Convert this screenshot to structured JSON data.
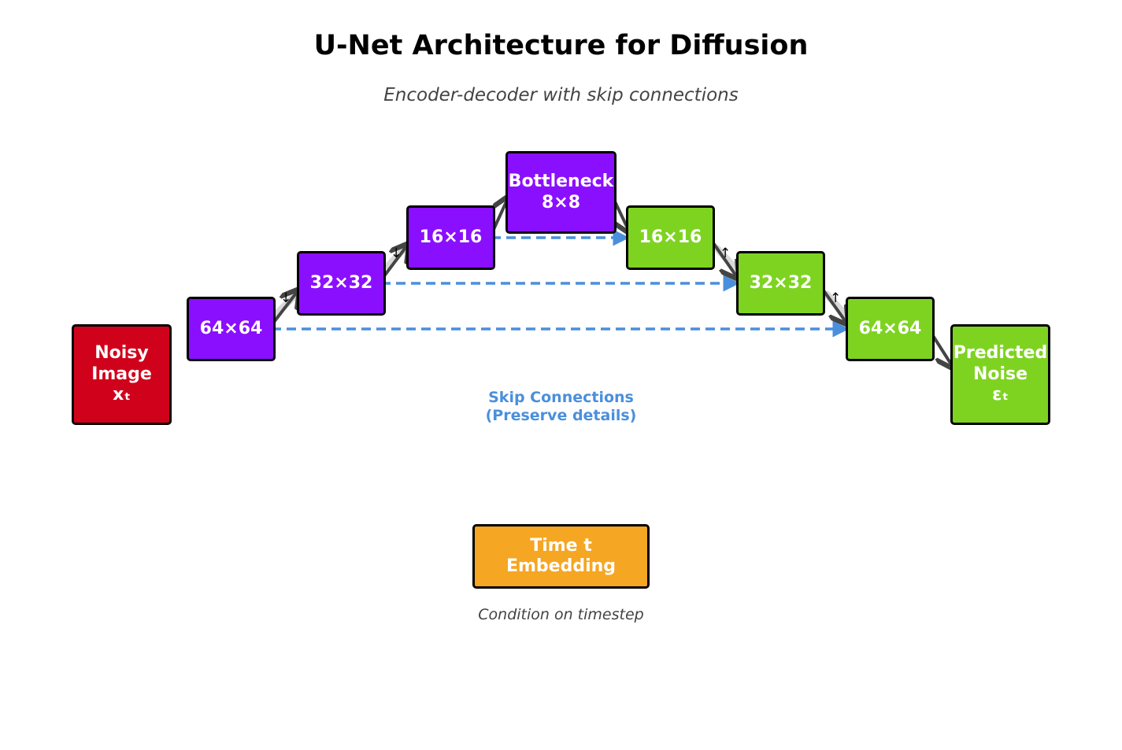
{
  "title": "U-Net Architecture for Diffusion",
  "subtitle": "Encoder-decoder with skip connections",
  "colors": {
    "input": "#d0021b",
    "encoder": "#8b0fff",
    "decoder": "#7ed321",
    "time": "#f5a623",
    "skip": "#4a8fdc",
    "flow_arrow": "#444444"
  },
  "nodes": {
    "input": {
      "line1": "Noisy",
      "line2": "Image",
      "line3": "xₜ"
    },
    "enc1": {
      "label": "64×64"
    },
    "enc2": {
      "label": "32×32"
    },
    "enc3": {
      "label": "16×16"
    },
    "bottleneck": {
      "line1": "Bottleneck",
      "line2": "8×8"
    },
    "dec3": {
      "label": "16×16"
    },
    "dec2": {
      "label": "32×32"
    },
    "dec1": {
      "label": "64×64"
    },
    "output": {
      "line1": "Predicted",
      "line2": "Noise",
      "line3": "εₜ"
    },
    "time": {
      "line1": "Time t",
      "line2": "Embedding"
    }
  },
  "down_symbol": "↓",
  "up_symbol": "↑",
  "skip_label": {
    "line1": "Skip Connections",
    "line2": "(Preserve details)"
  },
  "time_caption": "Condition on timestep"
}
